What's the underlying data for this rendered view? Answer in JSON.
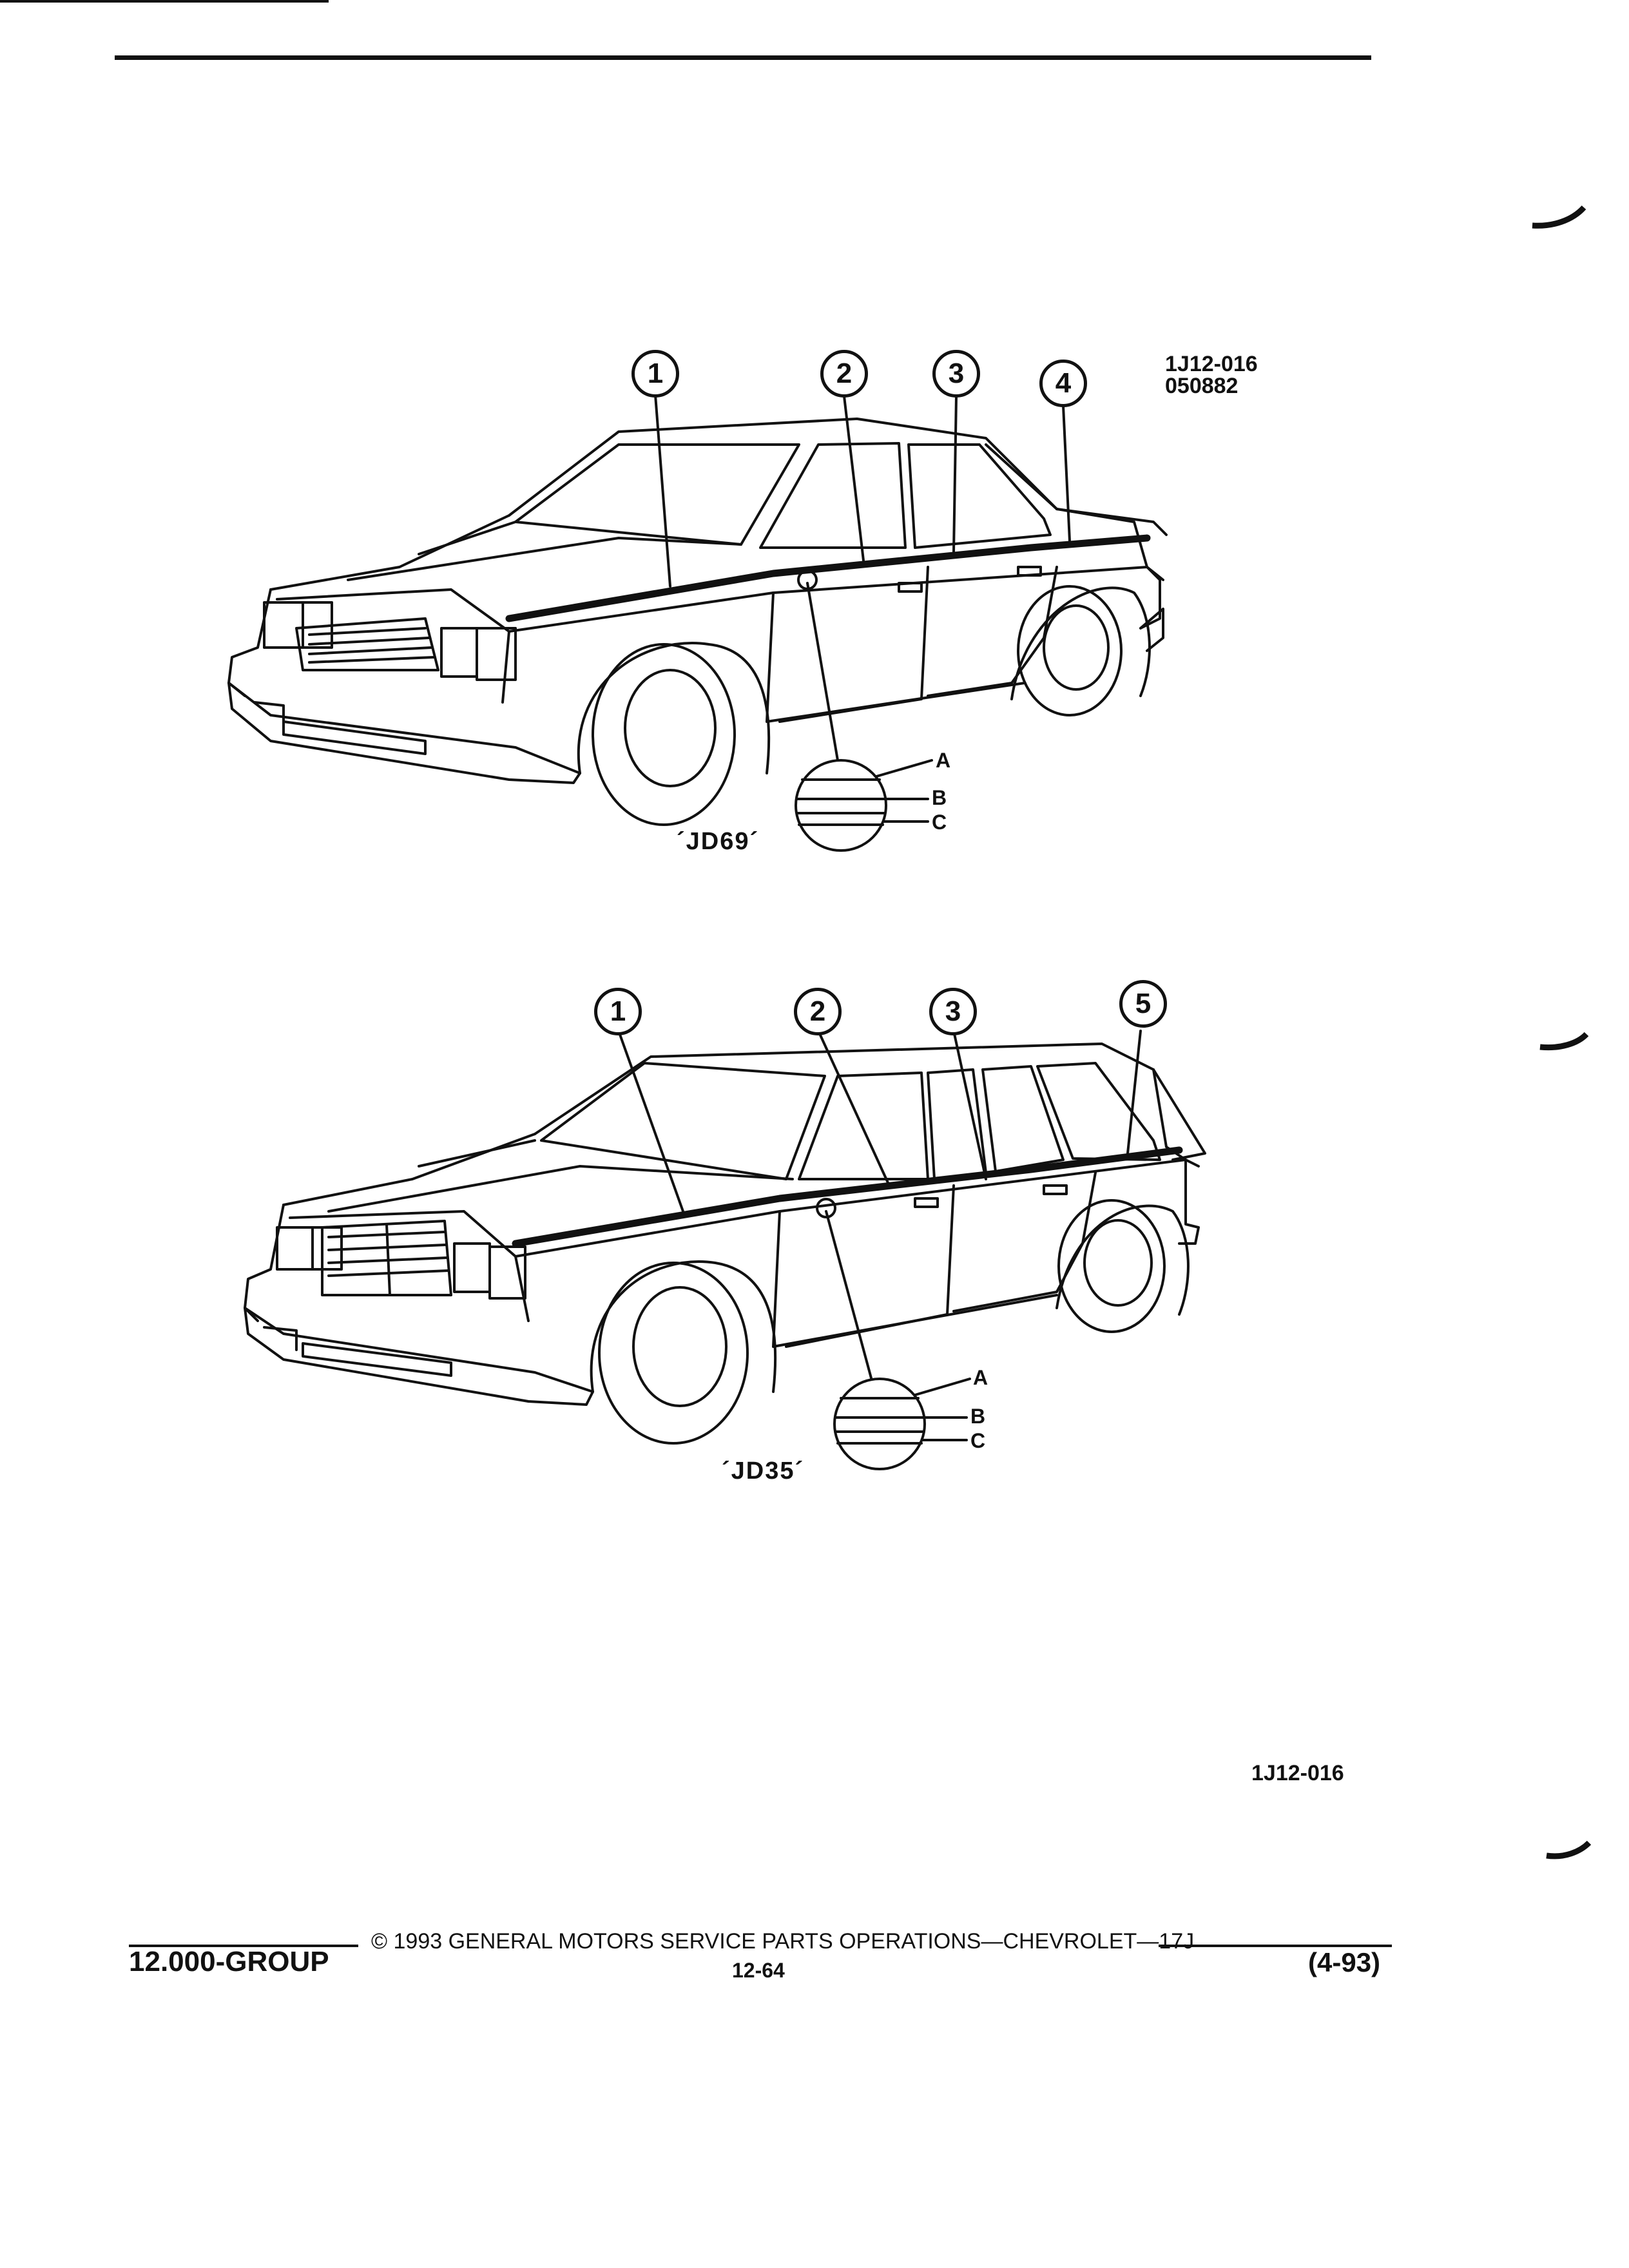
{
  "figure_ref": {
    "line1": "1J12-016",
    "line2": "050882"
  },
  "top_diagram": {
    "callouts": [
      "1",
      "2",
      "3",
      "4"
    ],
    "detail_letters": [
      "A",
      "B",
      "C"
    ],
    "model_label": "´JD69´"
  },
  "bottom_diagram": {
    "callouts": [
      "1",
      "2",
      "3",
      "5"
    ],
    "detail_letters": [
      "A",
      "B",
      "C"
    ],
    "model_label": "´JD35´"
  },
  "figure_id_bottom": "1J12-016",
  "footer": {
    "copyright": "© 1993 GENERAL MOTORS SERVICE PARTS OPERATIONS—CHEVROLET—17J",
    "group": "12.000-GROUP",
    "page": "12-64",
    "date": "(4-93)"
  }
}
